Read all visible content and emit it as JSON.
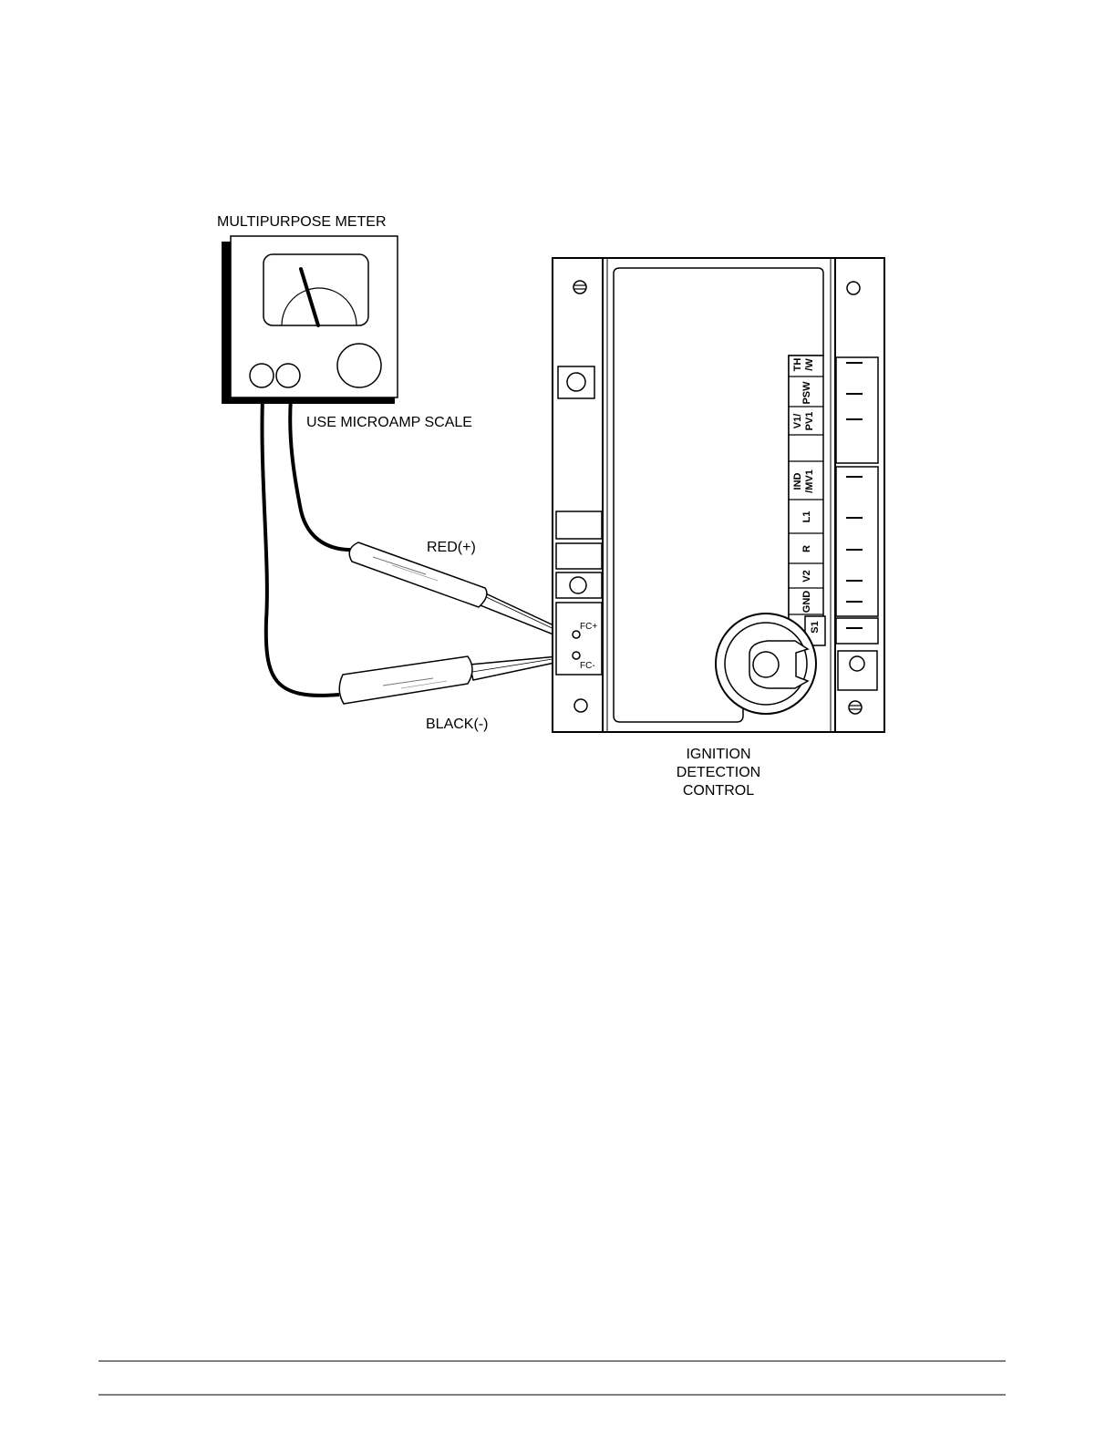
{
  "diagram": {
    "meter_label": "MULTIPURPOSE METER",
    "scale_note": "USE MICROAMP SCALE",
    "red_probe_label": "RED(+)",
    "black_probe_label": "BLACK(-)",
    "fc_plus_label": "FC+",
    "fc_minus_label": "FC-",
    "control_label": [
      "IGNITION",
      "DETECTION",
      "CONTROL"
    ],
    "terminals": [
      [
        "TH",
        "/W"
      ],
      [
        "PSW"
      ],
      [
        "V1/",
        "PV1"
      ],
      [
        "IND",
        "/MV1"
      ],
      [
        "L1"
      ],
      [
        "R"
      ],
      [
        "V2"
      ],
      [
        "GND"
      ],
      [
        "S1"
      ]
    ]
  }
}
